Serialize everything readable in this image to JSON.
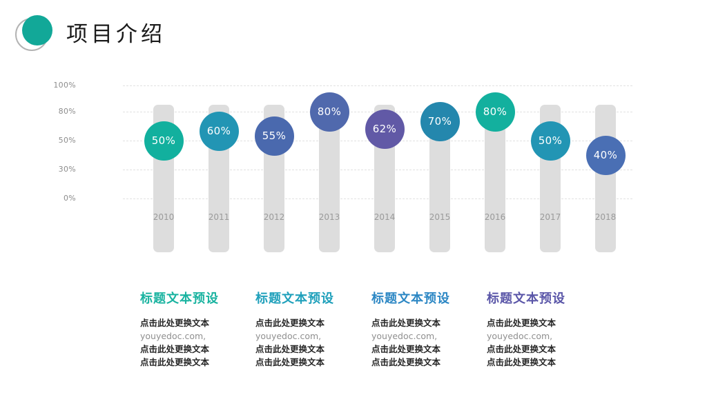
{
  "header": {
    "title": "项目介绍",
    "logo_icon": "teal-circle-with-ring-icon",
    "brand_color": "#12a898",
    "ring_color": "#b3b3b3"
  },
  "chart_data": {
    "type": "bar",
    "title": "项目介绍",
    "xlabel": "",
    "ylabel": "",
    "categories": [
      "2010",
      "2011",
      "2012",
      "2013",
      "2014",
      "2015",
      "2016",
      "2017",
      "2018"
    ],
    "values": [
      50,
      60,
      55,
      80,
      62,
      70,
      80,
      50,
      40
    ],
    "value_labels": [
      "50%",
      "60%",
      "55%",
      "80%",
      "62%",
      "70%",
      "80%",
      "50%",
      "40%"
    ],
    "point_colors": [
      "#12b09e",
      "#2295b4",
      "#4a69ae",
      "#5069ad",
      "#6159a6",
      "#2487ad",
      "#13b09e",
      "#2295b4",
      "#4a6fb4"
    ],
    "ytick_labels": [
      "100%",
      "80%",
      "50%",
      "30%",
      "0%"
    ],
    "ytick_values": [
      100,
      80,
      50,
      30,
      0
    ],
    "ylim": [
      0,
      100
    ],
    "grid": true,
    "legend": "none",
    "track_color": "#dddddd",
    "gridline_color": "#e0e0e0",
    "axis_text_color": "#8c8c8c"
  },
  "blocks": [
    {
      "title": "标题文本预设",
      "color": "#19b3a0",
      "lines": [
        {
          "text": "点击此处更换文本",
          "muted": false
        },
        {
          "text": "youyedoc.com,",
          "muted": true
        },
        {
          "text": "点击此处更换文本",
          "muted": false
        },
        {
          "text": "点击此处更换文本",
          "muted": false
        }
      ]
    },
    {
      "title": "标题文本预设",
      "color": "#1fa0bb",
      "lines": [
        {
          "text": "点击此处更换文本",
          "muted": false
        },
        {
          "text": "youyedoc.com,",
          "muted": true
        },
        {
          "text": "点击此处更换文本",
          "muted": false
        },
        {
          "text": "点击此处更换文本",
          "muted": false
        }
      ]
    },
    {
      "title": "标题文本预设",
      "color": "#2c87c4",
      "lines": [
        {
          "text": "点击此处更换文本",
          "muted": false
        },
        {
          "text": "youyedoc.com,",
          "muted": true
        },
        {
          "text": "点击此处更换文本",
          "muted": false
        },
        {
          "text": "点击此处更换文本",
          "muted": false
        }
      ]
    },
    {
      "title": "标题文本预设",
      "color": "#5a56a8",
      "lines": [
        {
          "text": "点击此处更换文本",
          "muted": false
        },
        {
          "text": "youyedoc.com,",
          "muted": true
        },
        {
          "text": "点击此处更换文本",
          "muted": false
        },
        {
          "text": "点击此处更换文本",
          "muted": false
        }
      ]
    }
  ]
}
